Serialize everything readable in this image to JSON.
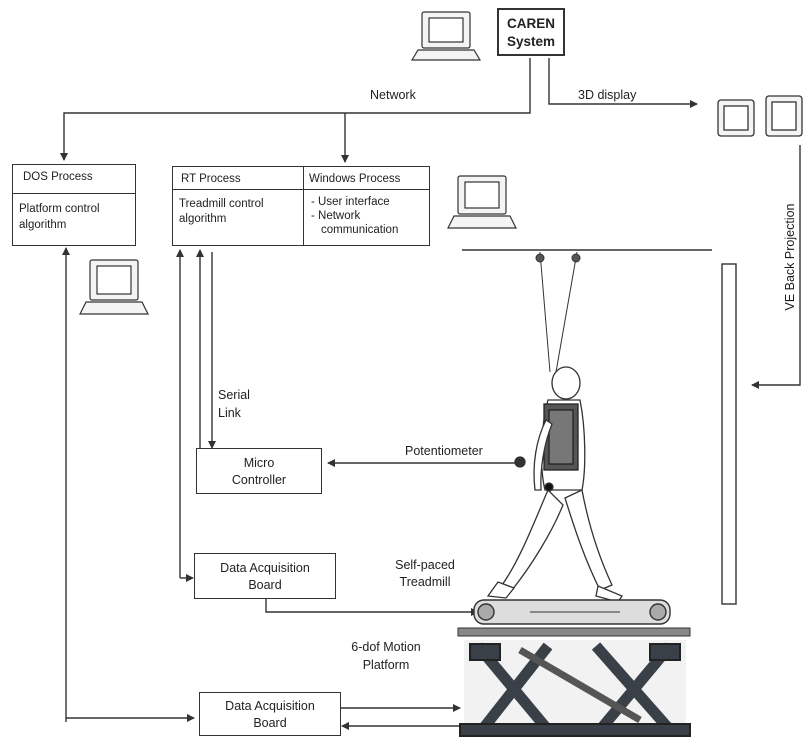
{
  "caren": {
    "line1": "CAREN",
    "line2": "System"
  },
  "network_label": "Network",
  "display_label": "3D display",
  "dos_box": {
    "title": "DOS Process",
    "line1": "Platform control",
    "line2": "algorithm"
  },
  "rt_box": {
    "title": "RT Process",
    "line1": "Treadmill control",
    "line2": "algorithm"
  },
  "win_box": {
    "title": "Windows Process",
    "line1": "- User interface",
    "line2": "- Network",
    "line3": "communication"
  },
  "serial_label": {
    "line1": "Serial",
    "line2": "Link"
  },
  "potentiometer_label": "Potentiometer",
  "micro_box": {
    "line1": "Micro",
    "line2": "Controller"
  },
  "daq_top": {
    "line1": "Data Acquisition",
    "line2": "Board"
  },
  "daq_bottom": {
    "line1": "Data Acquisition",
    "line2": "Board"
  },
  "treadmill_label": {
    "line1": "Self-paced",
    "line2": "Treadmill"
  },
  "platform_label": {
    "line1": "6-dof Motion",
    "line2": "Platform"
  },
  "projection_label": "VE Back Projection",
  "colors": {
    "line": "#333333",
    "screen": "#f4f4f4",
    "platform": "#3a4048"
  }
}
